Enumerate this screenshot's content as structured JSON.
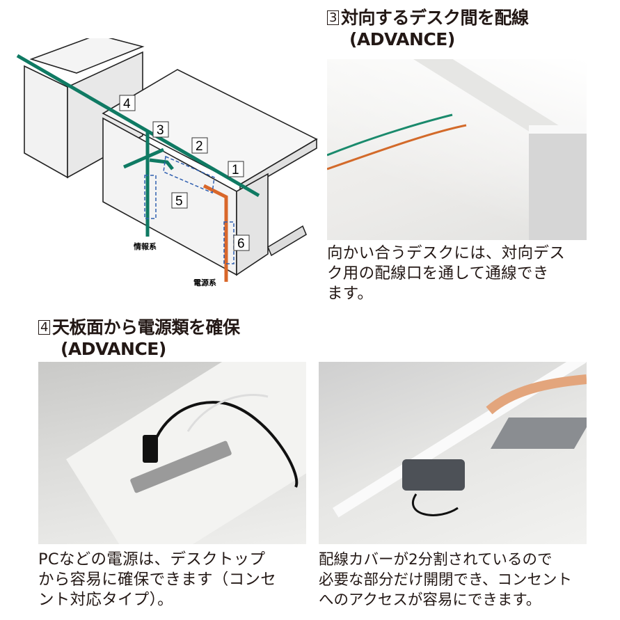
{
  "diagram": {
    "labels": [
      "1",
      "2",
      "3",
      "4",
      "5",
      "6"
    ],
    "info_line": "情報系",
    "power_line": "電源系",
    "colors": {
      "info": "#0f7a63",
      "power": "#d9672a",
      "dashed": "#2f5fb0"
    }
  },
  "section3": {
    "number": "3",
    "title": "対向するデスク間を配線",
    "subtitle": "(ADVANCE)",
    "caption_lines": [
      "向かい合うデスクには、対向デス",
      "ク用の配線口を通して通線でき",
      "ます。"
    ]
  },
  "section4": {
    "number": "4",
    "title": "天板面から電源類を確保",
    "subtitle": "(ADVANCE)",
    "left_caption_lines": [
      "PCなどの電源は、デスクトップ",
      "から容易に確保できます（コンセ",
      "ント対応タイプ）。"
    ],
    "right_caption_lines": [
      "配線カバーが2分割されているので",
      "必要な部分だけ開閉でき、コンセント",
      "へのアクセスが容易にできます。"
    ]
  }
}
